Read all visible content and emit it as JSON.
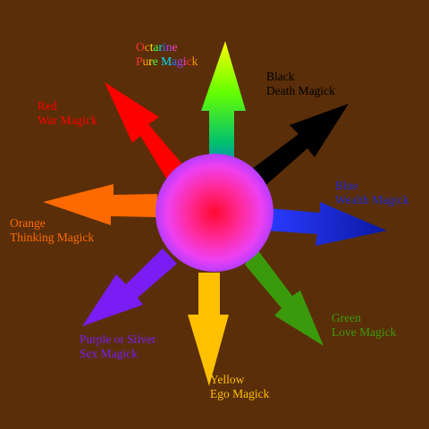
{
  "colors": {
    "background": "#5a2e08",
    "octarine_gradient": [
      "#ffff00",
      "#66ff00",
      "#00c070",
      "#1a4bff"
    ],
    "black": "#000000",
    "blue": "#0a1aa0",
    "green": "#3a9a0c",
    "yellow": "#ffc000",
    "purple": "#7a1cf4",
    "orange": "#ff6a00",
    "red": "#ff0000",
    "orb_center": "#ff1448",
    "orb_mid": "#ff30b0",
    "orb_edge": "#c03cff"
  },
  "rays": [
    {
      "id": "octarine",
      "line1": "Octarine",
      "line2": "Pure Magick",
      "color": "octarine"
    },
    {
      "id": "black",
      "line1": "Black",
      "line2": "Death Magick",
      "color": "#000000"
    },
    {
      "id": "blue",
      "line1": "Blue",
      "line2": "Wealth Magick",
      "color": "#1a2ad8"
    },
    {
      "id": "green",
      "line1": "Green",
      "line2": "Love Magick",
      "color": "#3a9a0c"
    },
    {
      "id": "yellow",
      "line1": "Yellow",
      "line2": "Ego Magick",
      "color": "#ffc000"
    },
    {
      "id": "purple",
      "line1": "Purple or Silver",
      "line2": "Sex Magick",
      "color": "#7a1cf4"
    },
    {
      "id": "orange",
      "line1": "Orange",
      "line2": "Thinking Magick",
      "color": "#ff6a00"
    },
    {
      "id": "red",
      "line1": "Red",
      "line2": "War Magick",
      "color": "#ff0000"
    }
  ],
  "octarine_letter_colors": [
    "#ff3030",
    "#ff9900",
    "#ffee00",
    "#40ff40",
    "#00e0ff",
    "#3070ff",
    "#a040ff",
    "#ff40c0"
  ]
}
